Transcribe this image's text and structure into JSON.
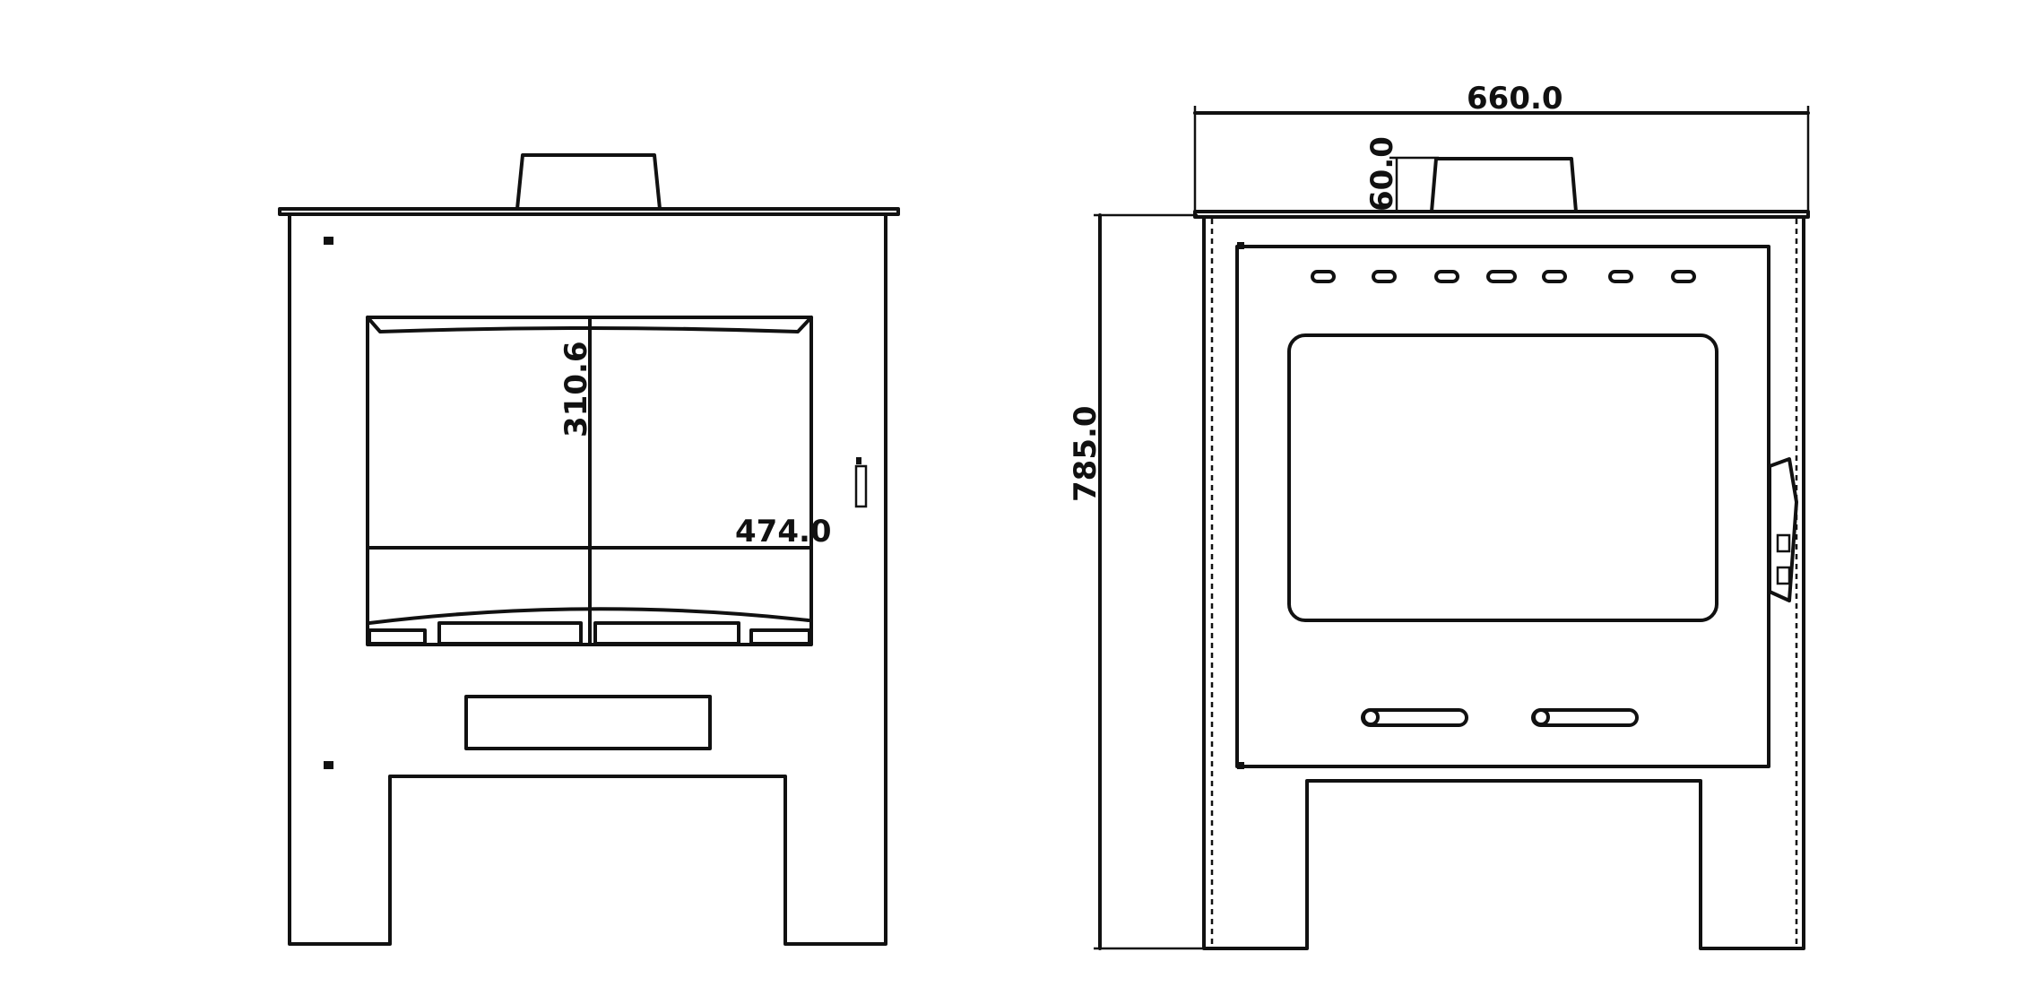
{
  "drawing": {
    "front_view": {
      "dimensions": {
        "window_height": "310.6",
        "window_width": "474.0"
      }
    },
    "side_view": {
      "dimensions": {
        "overall_width": "660.0",
        "flue_height": "60.0",
        "overall_height": "785.0"
      }
    }
  }
}
